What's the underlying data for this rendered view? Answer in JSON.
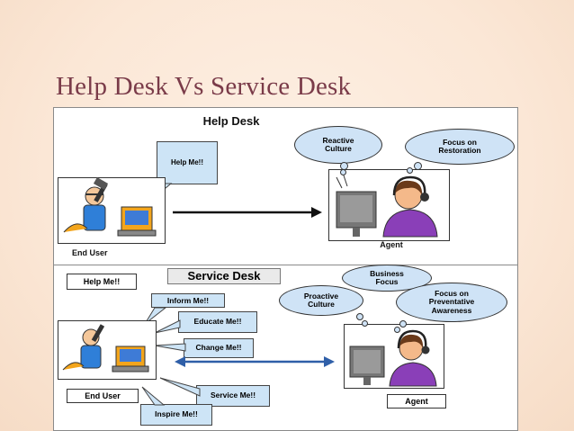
{
  "slide": {
    "title": "Help Desk Vs Service Desk"
  },
  "help_desk": {
    "heading": "Help Desk",
    "callout": "Help Me!!",
    "cloud_reactive": "Reactive Culture",
    "cloud_restoration": "Focus on Restoration",
    "end_user_label": "End User",
    "agent_label": "Agent"
  },
  "service_desk": {
    "heading": "Service Desk",
    "help_me": "Help Me!!",
    "inform_me": "Inform Me!!",
    "educate_me": "Educate Me!!",
    "change_me": "Change Me!!",
    "service_me": "Service Me!!",
    "inspire_me": "Inspire Me!!",
    "cloud_business": "Business Focus",
    "cloud_proactive": "Proactive Culture",
    "cloud_preventative": "Focus on Preventative Awareness",
    "end_user_label": "End User",
    "agent_label": "Agent"
  },
  "colors": {
    "title": "#7a3b49",
    "cloud": "#cfe3f6",
    "arrow_service": "#2f5fa8"
  }
}
